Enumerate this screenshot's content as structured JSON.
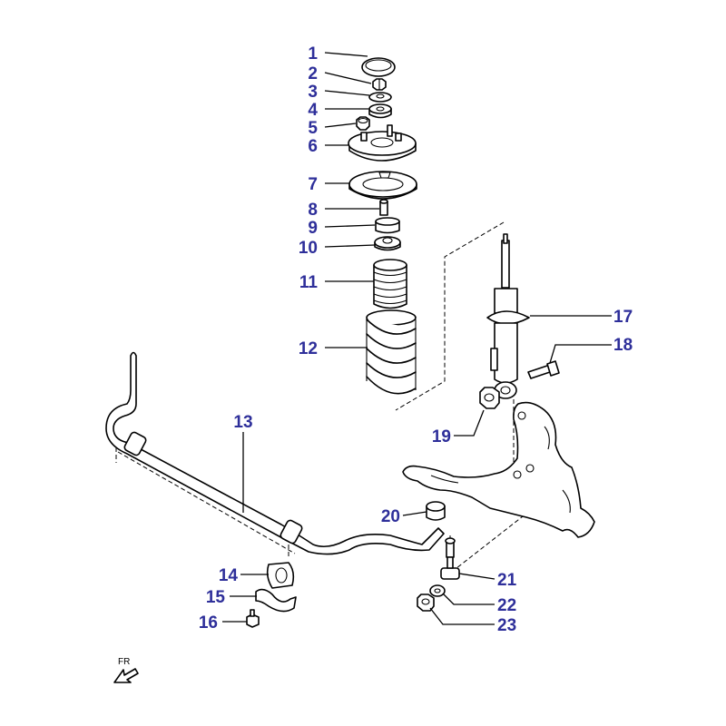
{
  "callout_color": "#2e2f9a",
  "line_color": "#000000",
  "background": "#ffffff",
  "callouts": [
    "1",
    "2",
    "3",
    "4",
    "5",
    "6",
    "7",
    "8",
    "9",
    "10",
    "11",
    "12",
    "13",
    "14",
    "15",
    "16",
    "17",
    "18",
    "19",
    "20",
    "21",
    "22",
    "23"
  ],
  "direction_label": "FR"
}
